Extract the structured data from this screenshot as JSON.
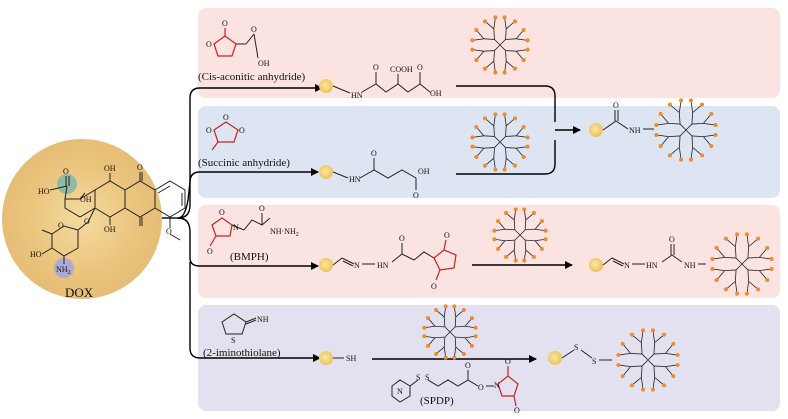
{
  "colors": {
    "panel_pink": "#fbe3e1",
    "panel_blue": "#dde5f3",
    "panel_lavender": "#e3e1ef",
    "dox_glow": "#e9c37a",
    "nanoparticle": "#f2cf6e",
    "dendrimer_line": "#222222",
    "dendrimer_tip": "#ee8b2b",
    "arrow": "#000000"
  },
  "dox": {
    "label": "DOX",
    "atoms": {
      "ho_top": "HO",
      "oh_mid": "OH",
      "oh_a": "OH",
      "oh_b": "OH",
      "o_q1": "O",
      "o_q2": "O",
      "o_methoxy": "O",
      "o_glyco": "O",
      "o_ring": "O",
      "ho_sugar": "HO",
      "nh2": "NH",
      "nh2_sub": "2"
    }
  },
  "routes": [
    {
      "reagent": "(Cis-aconitic anhydride)",
      "linker_atoms": [
        "HN",
        "COOH",
        "O",
        "OH"
      ],
      "reagent_atoms": [
        "O",
        "O",
        "O",
        "OH"
      ]
    },
    {
      "reagent": "(Succinic anhydride)",
      "linker_atoms": [
        "HN",
        "O",
        "OH"
      ],
      "reagent_atoms": [
        "O",
        "O",
        "O"
      ]
    },
    {
      "reagent": "(BMPH)",
      "reagent_formula": "NH·NH",
      "reagent_formula_sub": "2",
      "linker_atoms": [
        "N",
        "HN",
        "O",
        "O",
        "O"
      ],
      "reagent_atoms": [
        "O",
        "N",
        "O",
        "O"
      ]
    },
    {
      "reagent": "(2-iminothiolane)",
      "second_reagent": "(SPDP)",
      "linker_atoms": [
        "SH"
      ],
      "reagent_atoms": [
        "NH",
        "S"
      ],
      "spdp_atoms": [
        "N",
        "S",
        "S",
        "O",
        "O",
        "N",
        "O",
        "O"
      ]
    }
  ],
  "products": {
    "amide": {
      "atoms": [
        "O",
        "NH"
      ]
    },
    "semicarbazone": {
      "atoms": [
        "N",
        "HN",
        "O",
        "NH"
      ]
    },
    "disulfide": {
      "atoms": [
        "S",
        "S"
      ]
    }
  }
}
